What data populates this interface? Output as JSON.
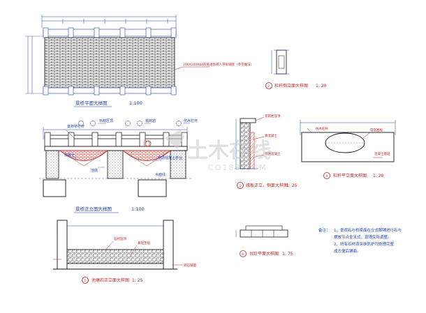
{
  "drawing": {
    "plan_title": "景桥平面大样图",
    "plan_scale": "1:100",
    "elevation_title": "景桥正立面大样图",
    "elevation_scale": "1:100",
    "railing_title": "栏杆侧立面大样图",
    "railing_scale": "1: 20",
    "section_title": "缘板正立，侧面大样图",
    "section_scale": "1: 25",
    "support_title": "栏杆平立面大样图",
    "support_scale": "1: 20",
    "side_elev_title": "池塘石正立面大样图",
    "side_elev_scale": "1: 25",
    "step_title": "台阶平面大样图",
    "step_scale": "1: 75",
    "marker_1": "1",
    "marker_2": "2",
    "marker_3": "3",
    "marker_4": "4",
    "marker_5": "5",
    "marker_6": "6",
    "plan_annotation": "200X100X60灰色透水砖人字形铺装（参见做法）",
    "elev_annotations": [
      "景桥桥栏杆",
      "石材压顶",
      "花岗岩",
      "仿木栏杆",
      "混凝土",
      "池底",
      "钢筋混凝土桥台",
      "水面线"
    ],
    "section_annotations": [
      "花岗岩压顶",
      "素混凝土",
      "钢筋混凝土"
    ],
    "support_annotations": [
      "仿木栏杆",
      "花岗岩板",
      "混凝土基础"
    ],
    "side_annotations": [
      "石材压顶",
      "素砼垫层",
      "卵石铺面"
    ],
    "notes_label": "备注：",
    "notes": [
      "1、景观石与桥梁面在立式脚铺进行石与",
      "   摆放节点全天式，现场实际调整。",
      "2、所有石材须涂抹防护剂处理完整",
      "   成方便后铺面。"
    ],
    "watermark": "土木在线",
    "watermark_sub": "CO188.COM"
  },
  "colors": {
    "line": "#1d3fb0",
    "accent": "#c02020",
    "hatch": "#222222",
    "watermark": "#c9c9c9"
  }
}
